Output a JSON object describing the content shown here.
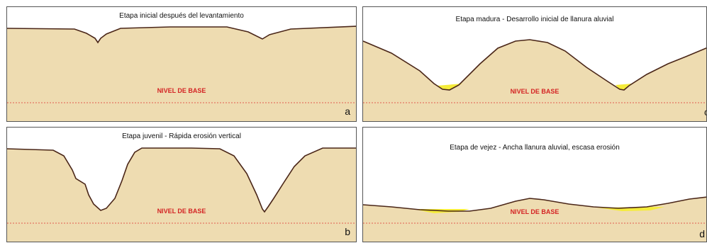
{
  "colors": {
    "terrain": "#eedcb1",
    "outline": "#4a2618",
    "base_line": "#e03030",
    "base_text": "#d42424",
    "alluvium": "#f5ec3a"
  },
  "panels": [
    {
      "title": "Etapa inicial después del levantamiento",
      "base_label": "NIVEL DE BASE",
      "letter": "a"
    },
    {
      "title": "Etapa juvenil - Rápida erosión vertical",
      "base_label": "NIVEL DE BASE",
      "letter": "b"
    },
    {
      "title": "Etapa madura - Desarrollo inicial de llanura aluvial",
      "base_label": "NIVEL DE BASE",
      "letter": "c"
    },
    {
      "title": "Etapa de vejez - Ancha llanura aluvial, escasa erosión",
      "base_label": "NIVEL DE BASE",
      "letter": "d"
    }
  ]
}
